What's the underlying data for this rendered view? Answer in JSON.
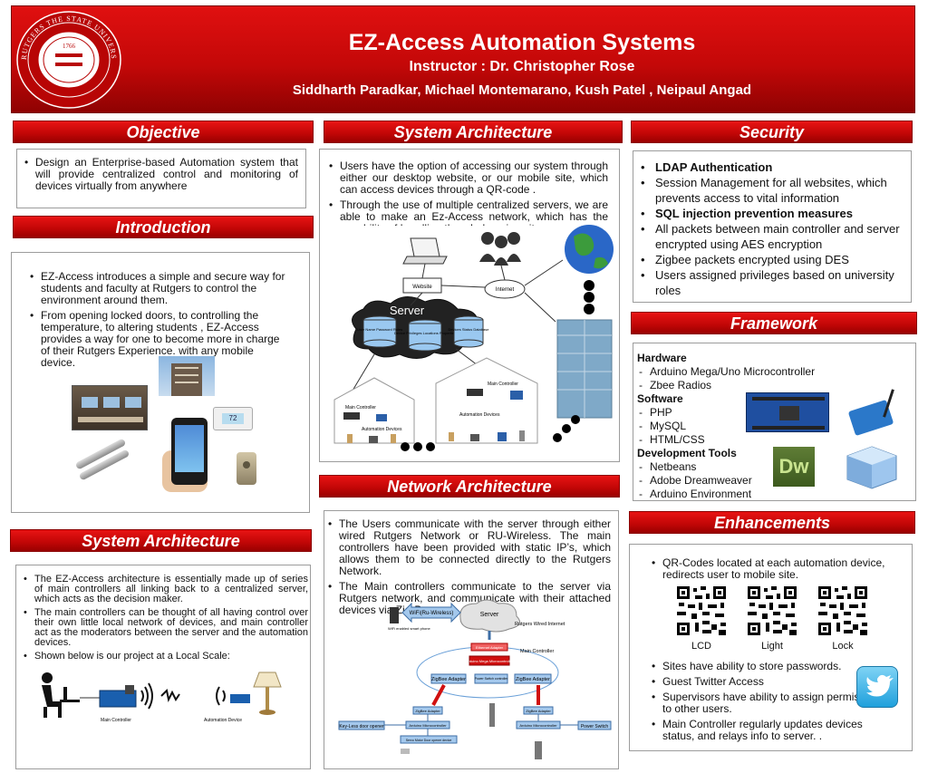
{
  "header": {
    "title": "EZ-Access Automation Systems",
    "instructor": "Instructor : Dr. Christopher Rose",
    "authors": "Siddharth Paradkar, Michael Montemarano, Kush Patel , Neipaul Angad",
    "seal_text": "RUTGERS THE STATE UNIVERSITY OF NEW JERSEY",
    "seal_year": "1766",
    "colors": {
      "primary_red": "#d40b0b",
      "dark_red": "#8f0202"
    }
  },
  "objective": {
    "title": "Objective",
    "items": [
      "Design an Enterprise-based Automation system that will provide centralized control and monitoring of devices virtually from anywhere"
    ]
  },
  "introduction": {
    "title": "Introduction",
    "items": [
      "EZ-Access introduces a simple and secure way for students and faculty at Rutgers to control the environment around them.",
      "From opening locked  doors, to controlling the temperature,  to altering students , EZ-Access provides a way for one to become more in charge of their Rutgers Experience. with any mobile device."
    ],
    "thermostat_reading": "72"
  },
  "system_arch_top": {
    "title": "System Architecture",
    "items": [
      "Users  have  the  option  of  accessing  our  system through  either  our  desktop  website,  or  our  mobile site, which can access devices through a QR-code .",
      "Through the use of  multiple centralized servers, we are able to make an Ez-Access network, which has the capability of handling the whole university"
    ],
    "diagram": {
      "website": "Website",
      "internet": "Internet",
      "server": "Server",
      "db1": "User Name Password Roles",
      "db2": "Device Privileges Locations Properties",
      "db3": "Devices Status Database",
      "main_controller": "Main Controller",
      "automation_devices": "Automation Devices"
    }
  },
  "system_arch_bottom": {
    "title": "System Architecture",
    "items": [
      "The EZ-Access architecture is essentially made up of series of main controllers all linking back to a centralized server, which acts as the decision maker.",
      "The main controllers can be thought of all having control over their own little local network of devices, and main controller act as  the  moderators  between  the  server  and  the  automation devices.",
      "Shown below is our project at a Local Scale:"
    ],
    "main_controller": "Main Controller",
    "automation_device": "Automation Device"
  },
  "network_arch": {
    "title": "Network Architecture",
    "items": [
      "The Users communicate with the server through either wired Rutgers Network or RU-Wireless. The main controllers have been provided with static IP’s, which allows them to be connected directly to the Rutgers Network.",
      "The Main controllers communicate to the server via Rutgers network, and communicate with their attached devices via Zig-Bee."
    ],
    "diagram": {
      "server": "Server",
      "wifi": "WiFi(Ru-Wireless)",
      "wired": "Rutgers Wired Internet",
      "phone": "WiFi enabled smart phone",
      "ethernet": "Ethernet Adapter",
      "arduino_mega": "Arduino Mega Microcontroller",
      "main_controller": "Main Controller",
      "zigbee1": "ZigBee Adapter",
      "power_controller": "Power Switch controller",
      "zigbee2": "ZigBee Adapter",
      "zig_small1": "ZigBee Adapter",
      "zig_small2": "ZigBee Adapter",
      "ard1": "Arduino Microcontroller",
      "ard2": "Arduino Microcontroller",
      "keyless": "Key-Less door opener",
      "servo": "Servo Motor Door opener device",
      "power_switch": "Power Switch"
    }
  },
  "security": {
    "title": "Security",
    "items": [
      {
        "text": "LDAP Authentication",
        "bold": true
      },
      {
        "text": "Session Management for all websites, which prevents access to vital information",
        "bold": false
      },
      {
        "text": "SQL injection prevention measures",
        "bold": true
      },
      {
        "text": "All packets between main controller and server encrypted using  AES encryption",
        "bold": false
      },
      {
        "text": "Zigbee packets encrypted using DES",
        "bold": false
      },
      {
        "text": "Users  assigned privileges based on university roles",
        "bold": false
      }
    ]
  },
  "framework": {
    "title": "Framework",
    "hardware_heading": "Hardware",
    "hardware": [
      "Arduino Mega/Uno Microcontroller",
      "Zbee Radios"
    ],
    "software_heading": "Software",
    "software": [
      "PHP",
      "MySQL",
      "HTML/CSS"
    ],
    "tools_heading": "Development Tools",
    "tools": [
      "Netbeans",
      "Adobe Dreamweaver",
      "Arduino Environment"
    ],
    "dw_logo": "Dw"
  },
  "enhancements": {
    "title": "Enhancements",
    "items_top": [
      "QR-Codes located at each automation device, redirects user to mobile site."
    ],
    "qr_labels": [
      "LCD",
      "Light",
      "Lock"
    ],
    "items_bottom": [
      "Sites have ability to store passwords.",
      "Guest Twitter Access",
      "Supervisors have ability to assign permission to other users.",
      "Main Controller  regularly updates devices status, and relays info to server. ."
    ]
  }
}
